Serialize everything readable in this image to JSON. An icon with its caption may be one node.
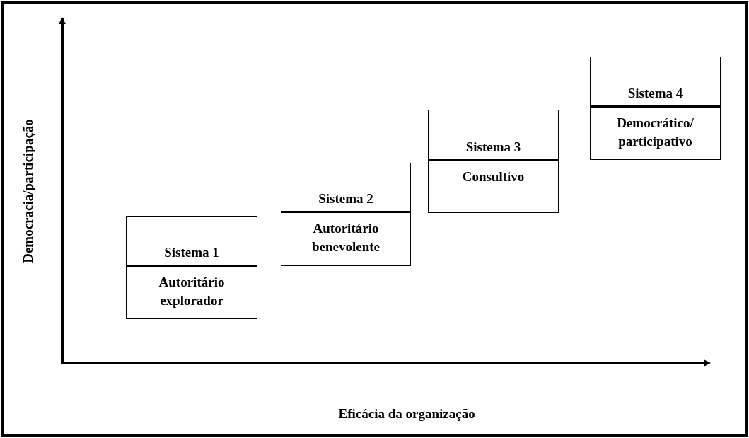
{
  "diagram": {
    "nodes": [
      {
        "text": [
          "Sistema 1",
          "Autoritário explorador"
        ]
      },
      {
        "text": [
          "Sistema 2",
          "Autoritário benevolente"
        ]
      },
      {
        "text": [
          "Sistema 3",
          "Consultivo"
        ]
      },
      {
        "text": [
          "Sistema 4",
          "Democrático/ participativo"
        ]
      }
    ],
    "edges": [],
    "labels": [
      "Democracia/participação",
      "Eficácia da organização"
    ]
  }
}
